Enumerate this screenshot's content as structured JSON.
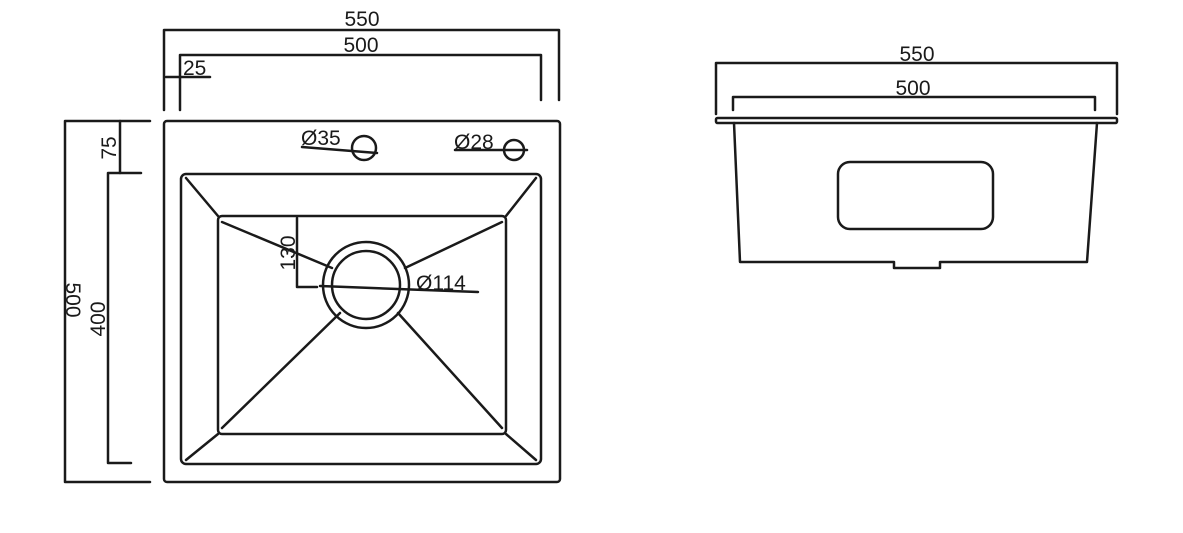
{
  "top_view": {
    "overall_width": "550",
    "inner_width": "500",
    "rim_offset": "25",
    "rim_depth": "75",
    "overall_length": "500",
    "bowl_length": "400",
    "drain_offset": "130",
    "tap_hole": "Ø35",
    "accessory_hole": "Ø28",
    "drain_diameter": "Ø114"
  },
  "side_view": {
    "overall_width": "550",
    "inner_width": "500"
  },
  "colors": {
    "line": "#1a1a1a",
    "background": "#ffffff"
  }
}
